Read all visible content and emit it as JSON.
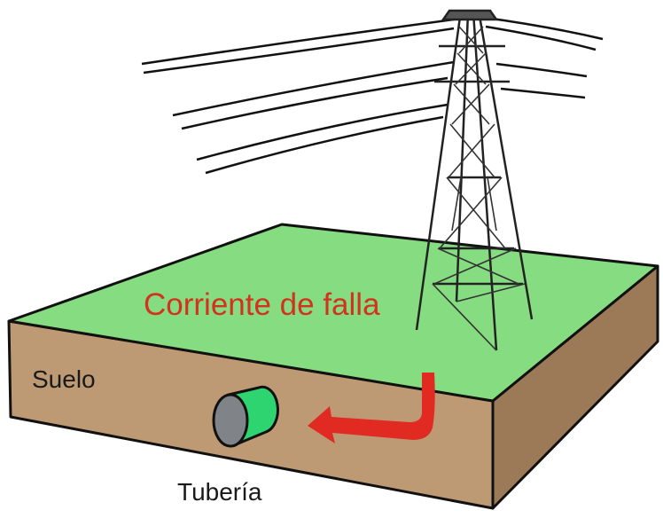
{
  "labels": {
    "fault_current": "Corriente de falla",
    "soil": "Suelo",
    "pipe": "Tubería"
  },
  "colors": {
    "ground_top": "#86dc80",
    "soil_front": "#bd9a74",
    "soil_side": "#9c7a58",
    "fault_arrow": "#e02a22",
    "fault_text": "#d2321e",
    "pipe_end": "#808488",
    "pipe_body": "#2ed470"
  },
  "icons": [
    "transmission-tower",
    "power-lines",
    "pipe-cylinder",
    "current-arrow"
  ]
}
